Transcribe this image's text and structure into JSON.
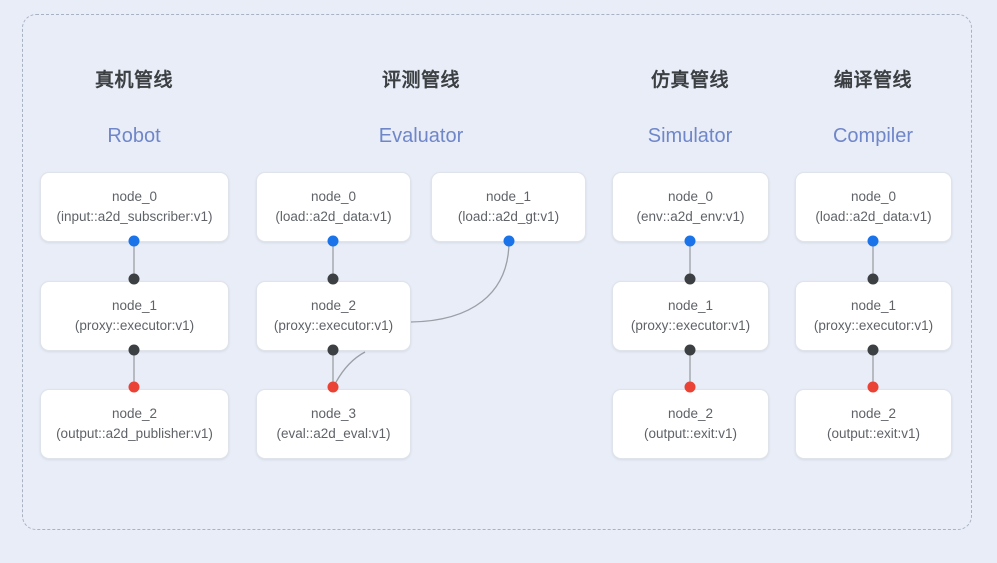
{
  "diagram": {
    "title_present": false,
    "background_color": "#e8edf8",
    "frame_style": "dashed-rounded",
    "frame_color": "#a9b2c3",
    "port_colors": {
      "output": "#1a73e8",
      "passthrough": "#3c4043",
      "terminal": "#ea4335"
    },
    "edge_color": "#9aa0a6"
  },
  "columns": [
    {
      "title": "真机管线",
      "subtitle": "Robot"
    },
    {
      "title": "评测管线",
      "subtitle": "Evaluator"
    },
    {
      "title": "仿真管线",
      "subtitle": "Simulator"
    },
    {
      "title": "编译管线",
      "subtitle": "Compiler"
    }
  ],
  "nodes": [
    {
      "name": "node_0",
      "type": "(input::a2d_subscriber:v1)"
    },
    {
      "name": "node_1",
      "type": "(proxy::executor:v1)"
    },
    {
      "name": "node_2",
      "type": "(output::a2d_publisher:v1)"
    },
    {
      "name": "node_0",
      "type": "(load::a2d_data:v1)"
    },
    {
      "name": "node_1",
      "type": "(load::a2d_gt:v1)"
    },
    {
      "name": "node_2",
      "type": "(proxy::executor:v1)"
    },
    {
      "name": "node_3",
      "type": "(eval::a2d_eval:v1)"
    },
    {
      "name": "node_0",
      "type": "(env::a2d_env:v1)"
    },
    {
      "name": "node_1",
      "type": "(proxy::executor:v1)"
    },
    {
      "name": "node_2",
      "type": "(output::exit:v1)"
    },
    {
      "name": "node_0",
      "type": "(load::a2d_data:v1)"
    },
    {
      "name": "node_1",
      "type": "(proxy::executor:v1)"
    },
    {
      "name": "node_2",
      "type": "(output::exit:v1)"
    }
  ]
}
